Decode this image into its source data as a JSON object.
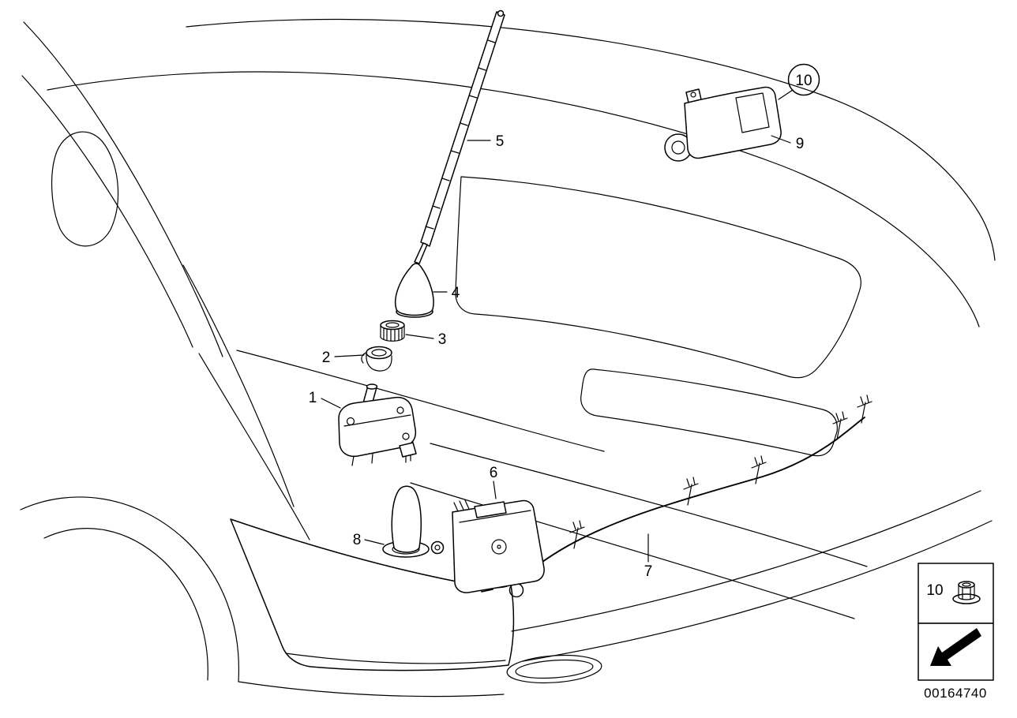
{
  "diagram": {
    "background_color": "#ffffff",
    "line_color": "#000000",
    "callouts": [
      {
        "id": 1,
        "label": "1"
      },
      {
        "id": 2,
        "label": "2"
      },
      {
        "id": 3,
        "label": "3"
      },
      {
        "id": 4,
        "label": "4"
      },
      {
        "id": 5,
        "label": "5"
      },
      {
        "id": 6,
        "label": "6"
      },
      {
        "id": 7,
        "label": "7"
      },
      {
        "id": 8,
        "label": "8"
      },
      {
        "id": 9,
        "label": "9"
      },
      {
        "id": 10,
        "label": "10",
        "circled": true
      }
    ],
    "legend": {
      "item_label": "10",
      "symbols": [
        "flange-nut-icon",
        "replacement-arrow-icon"
      ],
      "doc_number": "00164740"
    }
  }
}
